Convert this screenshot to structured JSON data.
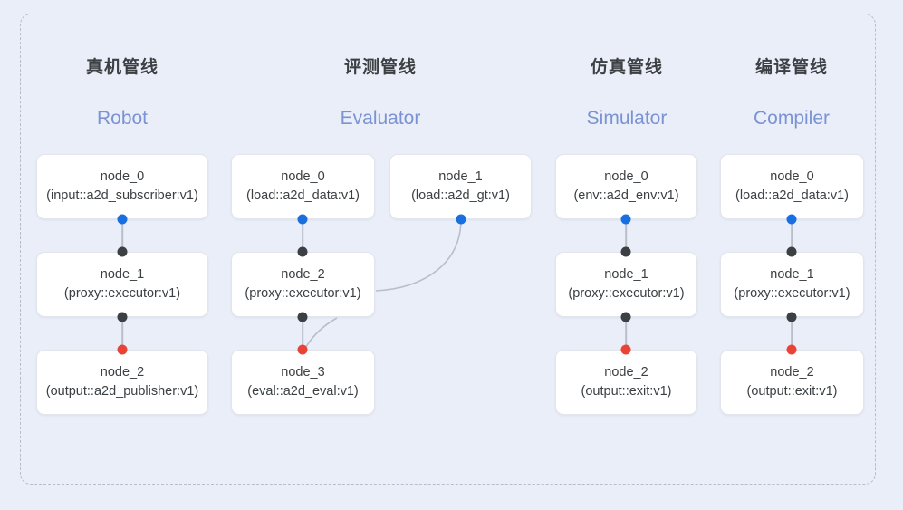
{
  "diagram": {
    "frame_style": "dashed",
    "background_color": "#e9eef9",
    "accent_color": "#7b93d4",
    "port_colors": {
      "input": "#1a6fe0",
      "internal": "#3c4043",
      "output": "#ea4335"
    }
  },
  "columns": [
    {
      "id": "robot",
      "title_cn": "真机管线",
      "title_en": "Robot",
      "nodes": [
        {
          "name": "node_0",
          "spec": "(input::a2d_subscriber:v1)"
        },
        {
          "name": "node_1",
          "spec": "(proxy::executor:v1)"
        },
        {
          "name": "node_2",
          "spec": "(output::a2d_publisher:v1)"
        }
      ]
    },
    {
      "id": "evaluator",
      "title_cn": "评测管线",
      "title_en": "Evaluator",
      "nodes": [
        {
          "name": "node_0",
          "spec": "(load::a2d_data:v1)"
        },
        {
          "name": "node_1",
          "spec": "(load::a2d_gt:v1)"
        },
        {
          "name": "node_2",
          "spec": "(proxy::executor:v1)"
        },
        {
          "name": "node_3",
          "spec": "(eval::a2d_eval:v1)"
        }
      ]
    },
    {
      "id": "simulator",
      "title_cn": "仿真管线",
      "title_en": "Simulator",
      "nodes": [
        {
          "name": "node_0",
          "spec": "(env::a2d_env:v1)"
        },
        {
          "name": "node_1",
          "spec": "(proxy::executor:v1)"
        },
        {
          "name": "node_2",
          "spec": "(output::exit:v1)"
        }
      ]
    },
    {
      "id": "compiler",
      "title_cn": "编译管线",
      "title_en": "Compiler",
      "nodes": [
        {
          "name": "node_0",
          "spec": "(load::a2d_data:v1)"
        },
        {
          "name": "node_1",
          "spec": "(proxy::executor:v1)"
        },
        {
          "name": "node_2",
          "spec": "(output::exit:v1)"
        }
      ]
    }
  ]
}
